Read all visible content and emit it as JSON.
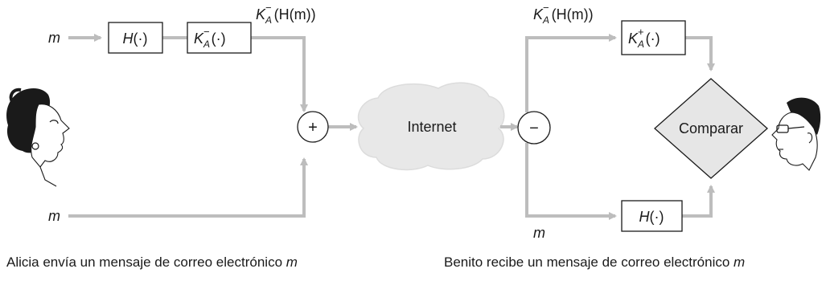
{
  "sender": {
    "input_m_top": "m",
    "input_m_bottom": "m",
    "hash_box": {
      "func": "H",
      "arg": "(·)"
    },
    "sign_box": {
      "key": "K",
      "sub": "A",
      "sup": "−",
      "arg": "(·)"
    },
    "sign_output": {
      "key": "K",
      "sub": "A",
      "sup": "−",
      "rest": "(H(m))"
    },
    "combine_symbol": "+",
    "caption": {
      "text": "Alicia envía un mensaje de correo electrónico ",
      "var": "m"
    }
  },
  "network": {
    "label": "Internet"
  },
  "receiver": {
    "split_symbol": "−",
    "signed_label": {
      "key": "K",
      "sub": "A",
      "sup": "−",
      "rest": "(H(m))"
    },
    "verify_box": {
      "key": "K",
      "sub": "A",
      "sup": "+",
      "arg": "(·)"
    },
    "hash_box": {
      "func": "H",
      "arg": "(·)"
    },
    "m_label": "m",
    "compare_label": "Comparar",
    "caption": {
      "text": "Benito recibe un mensaje de correo electrónico ",
      "var": "m"
    }
  },
  "colors": {
    "wire": "#bdbdbd",
    "cloud": "#e8e8e8",
    "compare_fill": "#e6e6e6",
    "ink": "#1a1a1a"
  }
}
